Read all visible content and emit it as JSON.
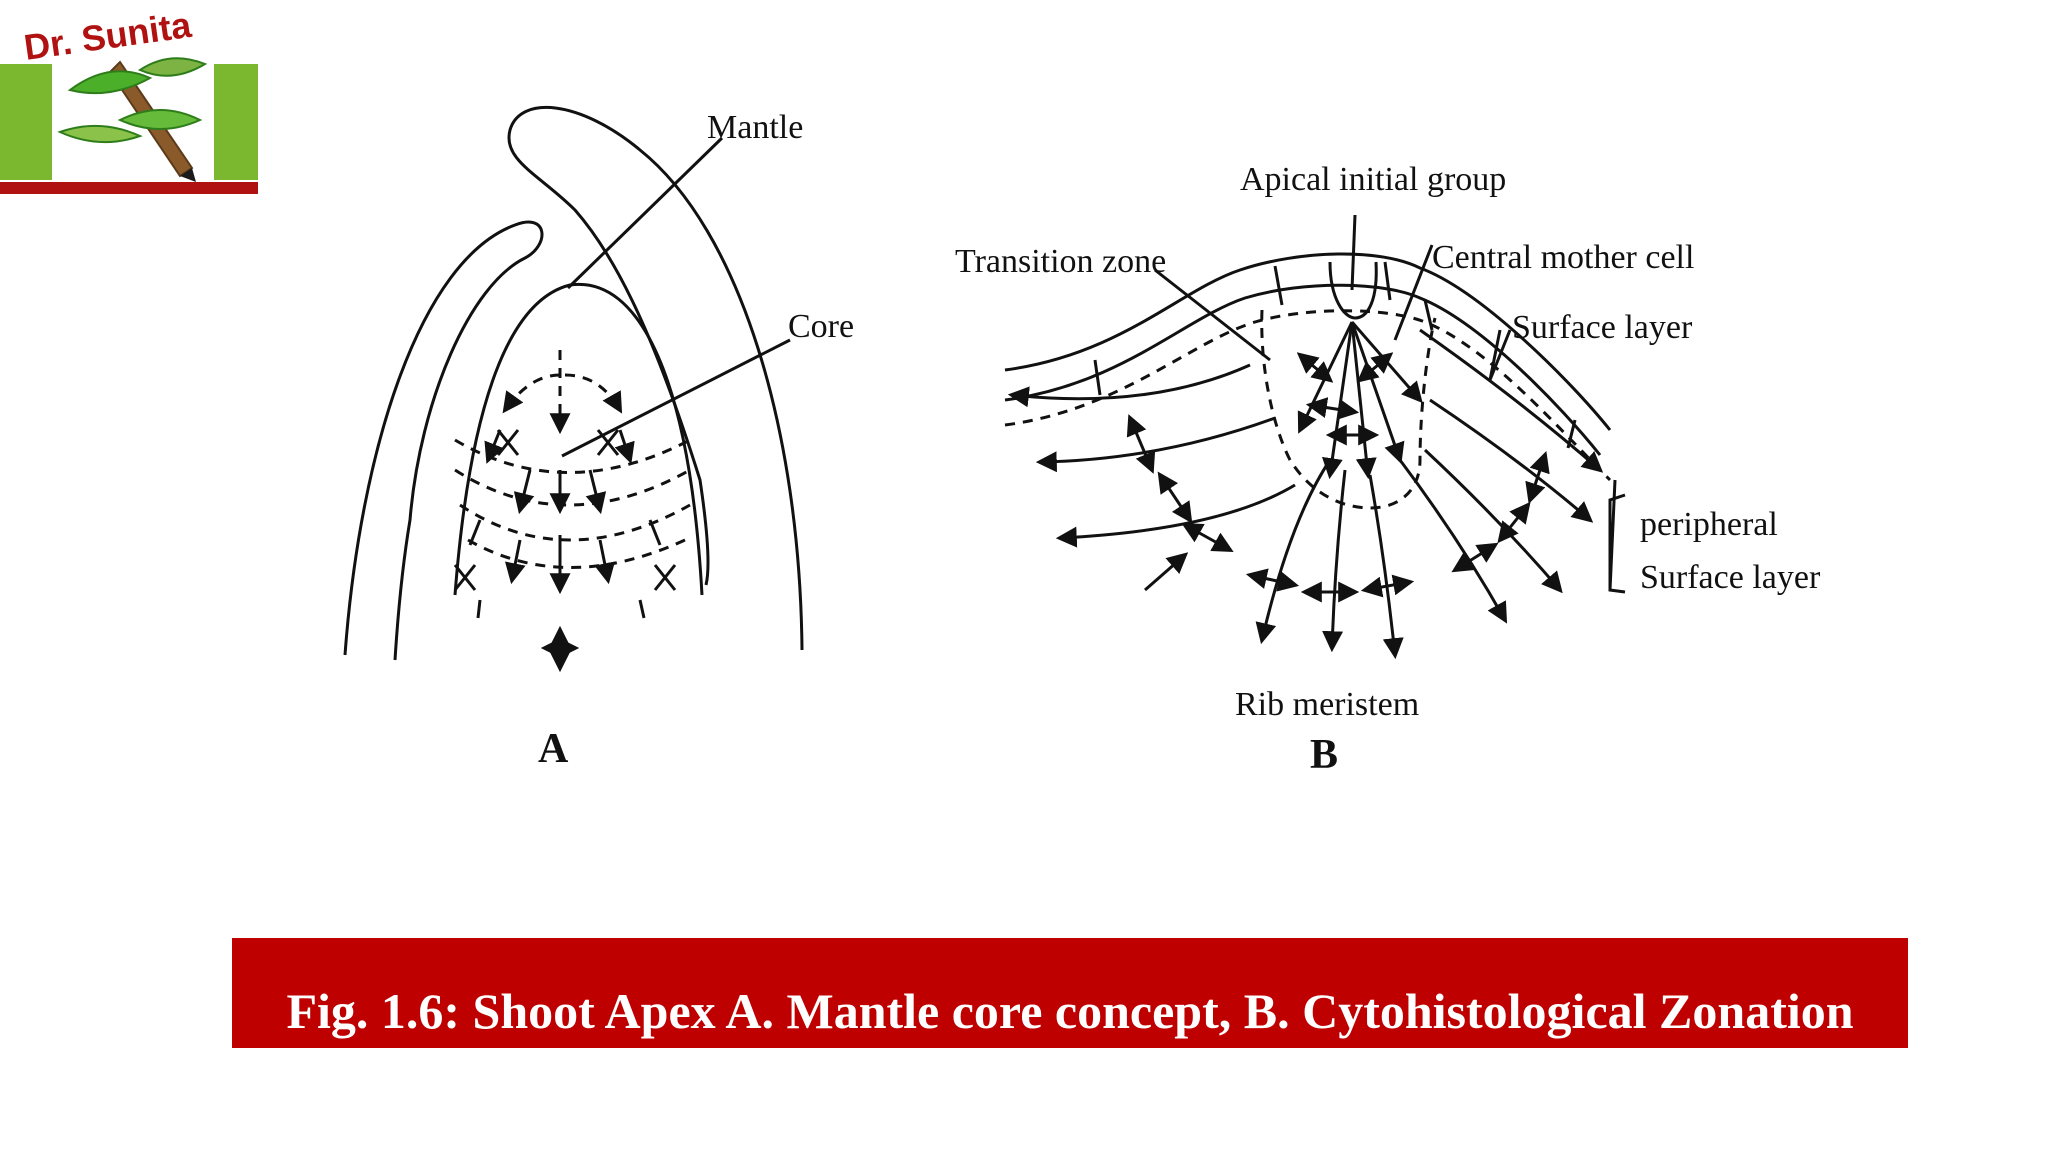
{
  "logo": {
    "text": "Dr. Sunita",
    "icon": "leaf-pencil-logo",
    "colors": {
      "green": "#7cb82f",
      "red": "#b01212"
    }
  },
  "diagram_a": {
    "letter": "A",
    "labels": {
      "mantle": "Mantle",
      "core": "Core"
    }
  },
  "diagram_b": {
    "letter": "B",
    "labels": {
      "apical_initial_group": "Apical initial group",
      "transition_zone": "Transition zone",
      "central_mother_cell": "Central mother cell",
      "surface_layer": "Surface layer",
      "peripheral": "peripheral",
      "peripheral_surface_layer": "Surface layer",
      "rib_meristem": "Rib meristem"
    }
  },
  "caption": {
    "text": "Fig. 1.6: Shoot Apex A.  Mantle core concept, B. Cytohistological Zonation",
    "background": "#bf0000"
  }
}
